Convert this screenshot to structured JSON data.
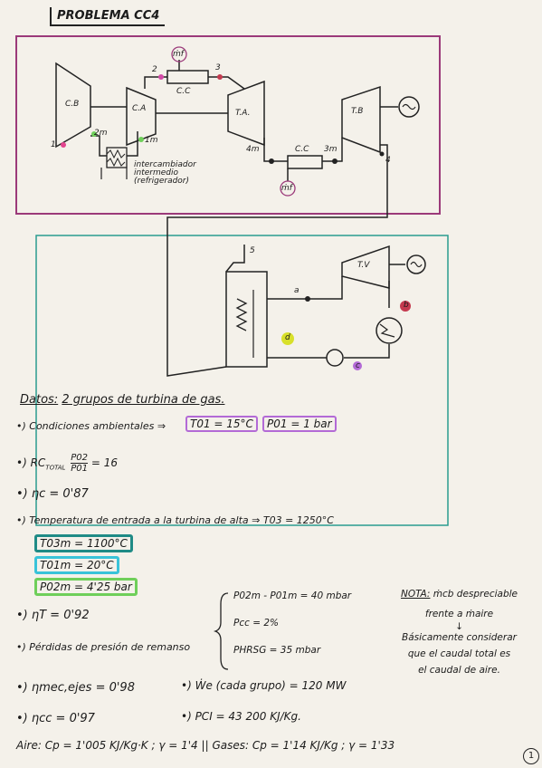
{
  "title": "PROBLEMA CC4",
  "diagram": {
    "labels": {
      "cb": "C.B",
      "ca": "C.A",
      "cc_top": "C.C",
      "ta": "T.A.",
      "tb": "T.B",
      "cc_mid": "C.C",
      "tv": "T.V",
      "p1": "1",
      "p2": "2",
      "p3": "3",
      "p4": "4",
      "m2": "2m",
      "m1": "1m",
      "m4": "4m",
      "m3": "3m",
      "p5": "5",
      "pa": "a",
      "pb": "b",
      "pc": "c",
      "pd": "d",
      "fuel": "ṁf",
      "intercambiador": "intercambiador intermedio (refrigerador)"
    }
  },
  "datos": {
    "header": "Datos:",
    "header_rest": "2 grupos de turbina de gas.",
    "line1_pre": "•) Condiciones ambientales ⇒",
    "t01": "T01 = 15°C",
    "p01": "P01 = 1 bar",
    "rc_label": "•) RC",
    "rc_sub": "TOTAL",
    "rc_num": "P02",
    "rc_den": "P01",
    "rc_val": "= 16",
    "nc": "•) ηc = 0'87",
    "t03_line": "•) Temperatura de entrada a la turbina de alta ⇒ T03 = 1250°C",
    "t03m": "T03m = 1100°C",
    "t01m": "T01m = 20°C",
    "p02m": "P02m = 4'25 bar",
    "nt": "•) ηT = 0'92",
    "perdidas": "•) Pérdidas de presión de remanso",
    "perd1": "P02m - P01m = 40 mbar",
    "perd2": "Pcc = 2%",
    "perd3": "PHRSG = 35 mbar",
    "nmec": "•) ηmec,ejes = 0'98",
    "we": "•) Ẇe (cada grupo) = 120 MW",
    "ncc": "•) ηcc = 0'97",
    "pci": "•) PCI = 43 200 KJ/Kg.",
    "aire": "Aire: Cp = 1'005 KJ/Kg·K ; γ = 1'4",
    "gases": "Gases: Cp = 1'14 KJ/Kg ; γ = 1'33",
    "page_num": "1"
  },
  "nota": {
    "head": "NOTA:",
    "line1": "ṁcb despreciable",
    "line2": "frente a ṁaire",
    "arrow": "↓",
    "line3": "Básicamente considerar",
    "line4": "que el caudal total es",
    "line5": "el caudal de aire."
  },
  "colors": {
    "purple": "#9b3a7a",
    "teal": "#2a9c8f",
    "box_purple": "#b36ad6",
    "box_teal": "#1f8b86",
    "box_cyan": "#39c3d9",
    "box_green": "#6fcf5a",
    "dot_pink": "#e2458e",
    "dot_yellow": "#d8e02a",
    "dot_red": "#c43a4f"
  }
}
